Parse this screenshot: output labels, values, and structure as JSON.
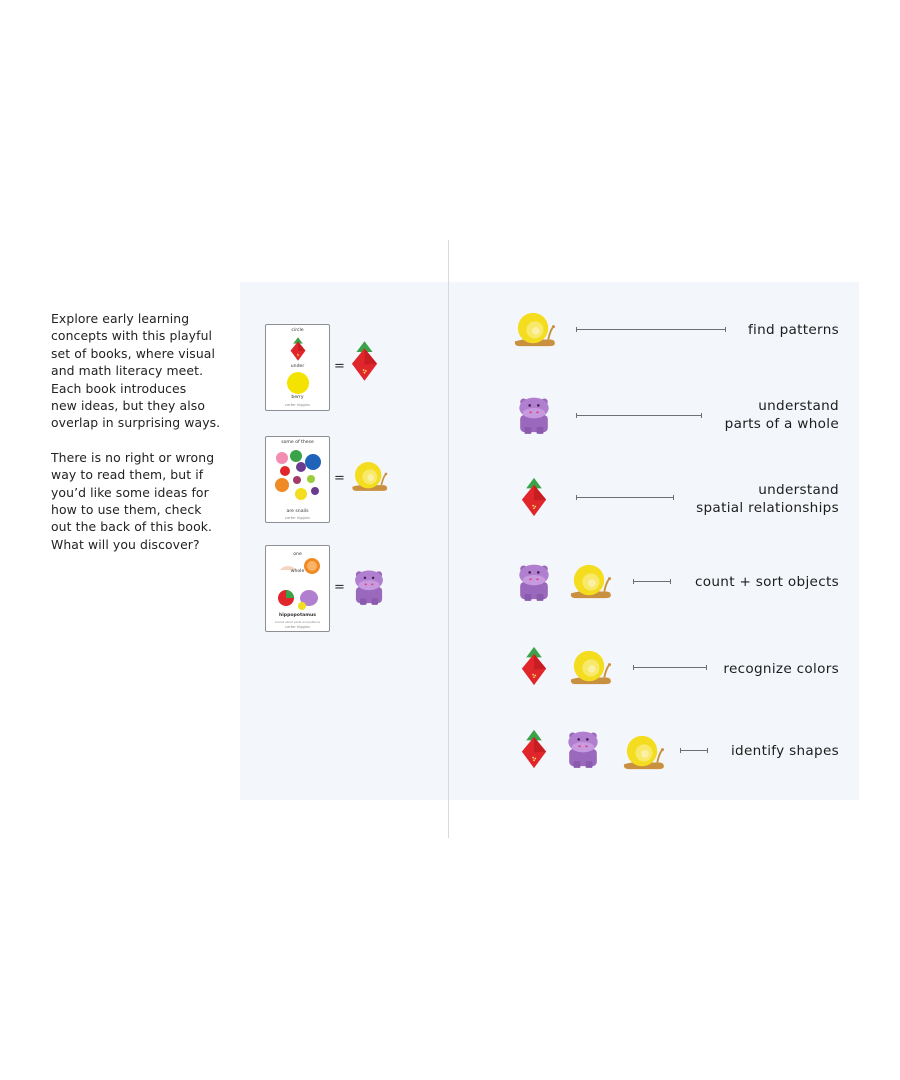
{
  "intro": {
    "paragraph1": "Explore early learning\nconcepts with this playful\nset of books, where visual\nand math literacy meet.\nEach book introduces\nnew ideas, but they also\noverlap in surprising ways.",
    "paragraph2": "There is no right or wrong\nway to read them, but if\nyou’d like some ideas for\nhow to use them, check\nout the back of this book.\nWhat will you discover?"
  },
  "books": [
    {
      "line1": "circle",
      "line2": "under",
      "line3": "berry",
      "author": "carter higgins",
      "equals": "=",
      "result_icon": "strawberry-icon"
    },
    {
      "line1": "some of these",
      "line2": "are snails",
      "author": "carter higgins",
      "equals": "=",
      "result_icon": "snail-icon"
    },
    {
      "line1": "one",
      "line2": "whole",
      "line3": "hippopotamus",
      "subtitle": "a book about parts and patterns",
      "author": "carter higgins",
      "equals": "=",
      "result_icon": "hippo-icon"
    }
  ],
  "skills": [
    {
      "label": "find patterns",
      "icons": [
        "snail-icon"
      ]
    },
    {
      "label": "understand\nparts of a whole",
      "icons": [
        "hippo-icon"
      ]
    },
    {
      "label": "understand\nspatial relationships",
      "icons": [
        "strawberry-icon"
      ]
    },
    {
      "label": "count + sort objects",
      "icons": [
        "hippo-icon",
        "snail-icon"
      ]
    },
    {
      "label": "recognize colors",
      "icons": [
        "strawberry-icon",
        "snail-icon"
      ]
    },
    {
      "label": "identify shapes",
      "icons": [
        "strawberry-icon",
        "hippo-icon",
        "snail-icon"
      ]
    }
  ],
  "colors": {
    "panel": "#f3f6fa",
    "snail": "#f4dd1f",
    "hippo": "#b07fcf",
    "berry": "#e0262b",
    "leaf": "#3aa34a"
  }
}
